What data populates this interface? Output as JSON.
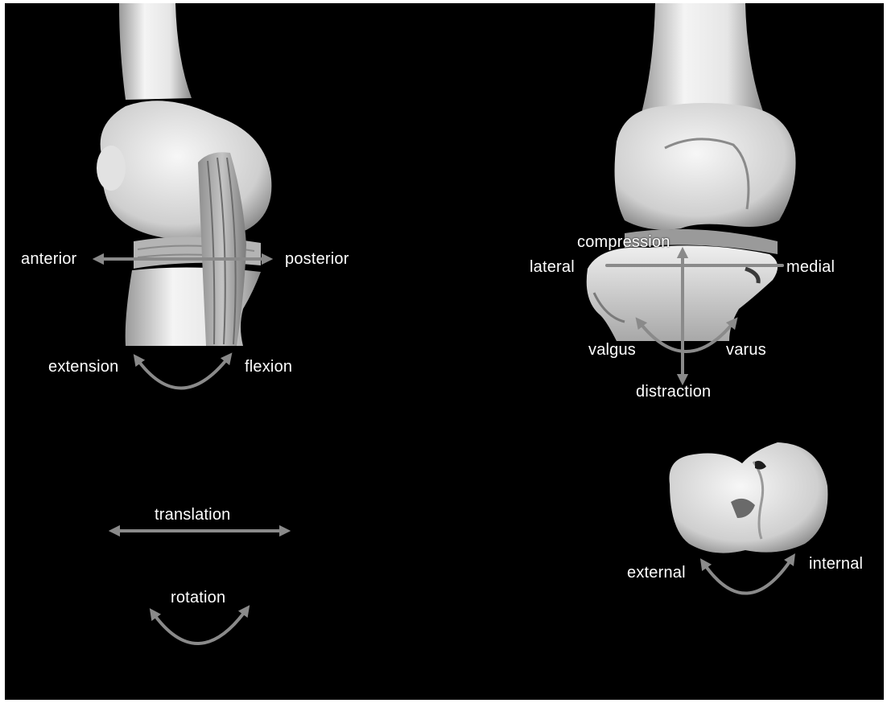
{
  "colors": {
    "background": "#000000",
    "arrow": "#8a8a8a",
    "label": "#ffffff",
    "bone_light": "#f2f2f2",
    "bone_shadow": "#8c8c8c"
  },
  "side_view": {
    "anterior": "anterior",
    "posterior": "posterior",
    "extension": "extension",
    "flexion": "flexion"
  },
  "front_view": {
    "compression": "compression",
    "distraction": "distraction",
    "lateral": "lateral",
    "medial": "medial",
    "valgus": "valgus",
    "varus": "varus"
  },
  "axial_view": {
    "external": "external",
    "internal": "internal"
  },
  "legend": {
    "translation": "translation",
    "rotation": "rotation"
  }
}
